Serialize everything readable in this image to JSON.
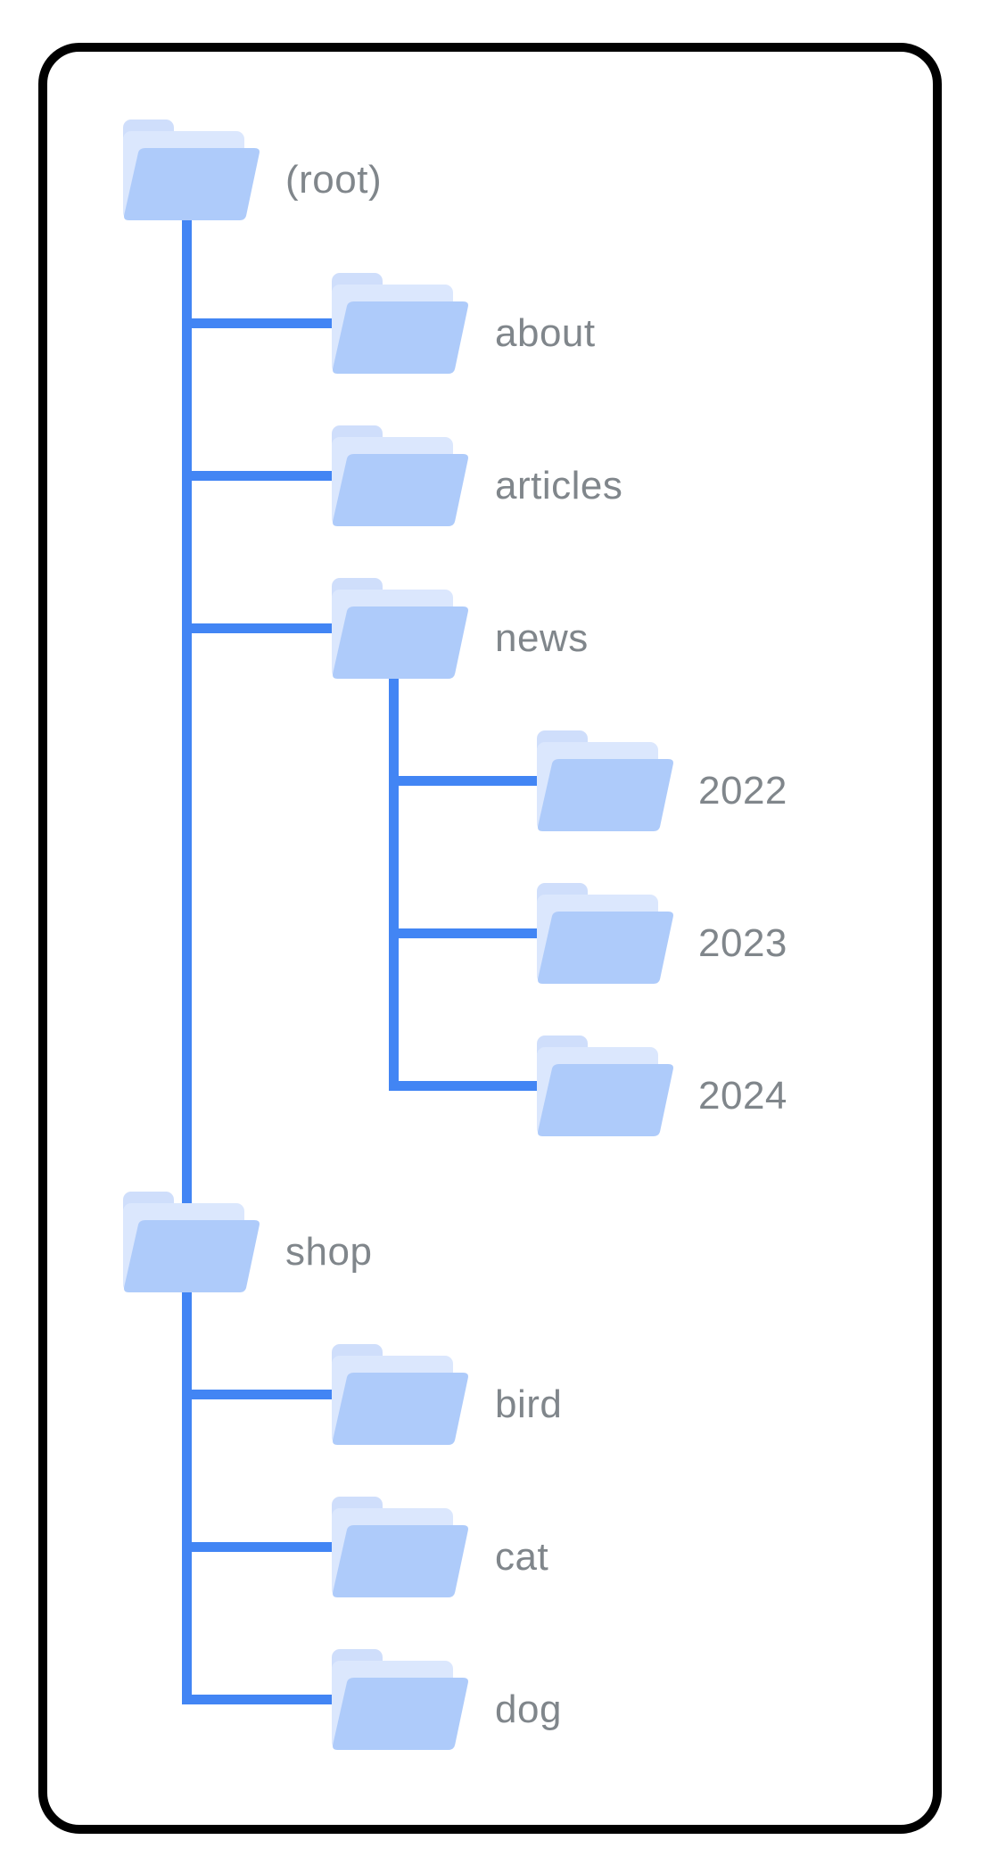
{
  "diagram": {
    "title": "site-structure-folder-tree",
    "nodes": [
      {
        "id": "root",
        "label": "(root)",
        "level": 0
      },
      {
        "id": "about",
        "label": "about",
        "level": 1
      },
      {
        "id": "articles",
        "label": "articles",
        "level": 1
      },
      {
        "id": "news",
        "label": "news",
        "level": 1
      },
      {
        "id": "y2022",
        "label": "2022",
        "level": 2
      },
      {
        "id": "y2023",
        "label": "2023",
        "level": 2
      },
      {
        "id": "y2024",
        "label": "2024",
        "level": 2
      },
      {
        "id": "shop",
        "label": "shop",
        "level": 1
      },
      {
        "id": "bird",
        "label": "bird",
        "level": 2
      },
      {
        "id": "cat",
        "label": "cat",
        "level": 2
      },
      {
        "id": "dog",
        "label": "dog",
        "level": 2
      }
    ],
    "hierarchy": {
      "(root)": [
        "about",
        "articles",
        "news",
        "shop"
      ],
      "news": [
        "2022",
        "2023",
        "2024"
      ],
      "shop": [
        "bird",
        "cat",
        "dog"
      ]
    }
  },
  "colors": {
    "connector_line": "#4285f4",
    "label_text": "#80868b",
    "folder_tab": "#cfdefb",
    "folder_sheet": "#dbe7fd",
    "folder_front": "#aecbfa",
    "frame_border": "#000000",
    "background": "#ffffff"
  }
}
